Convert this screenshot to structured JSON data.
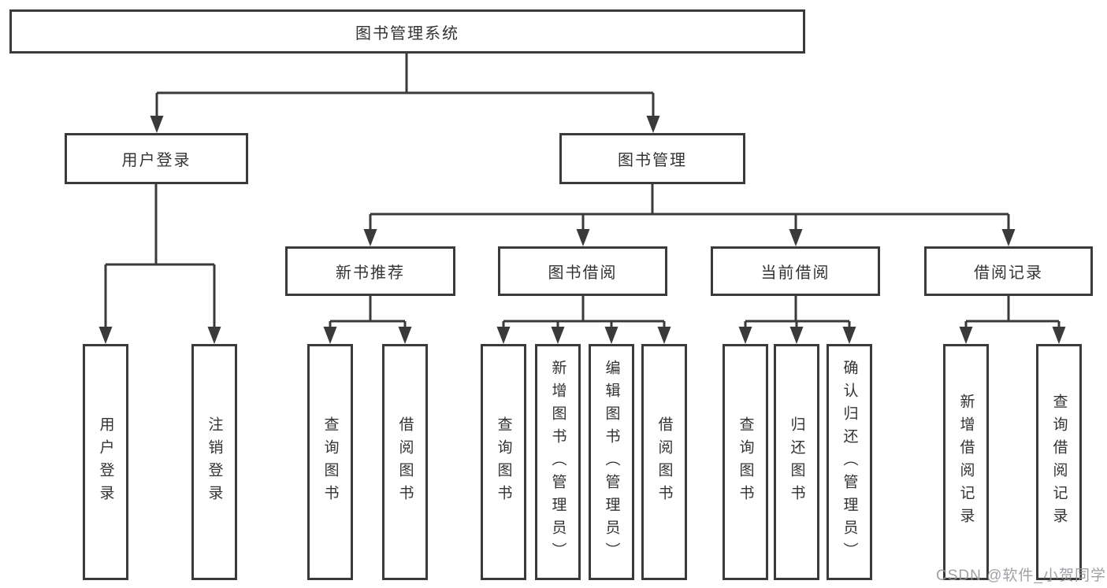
{
  "tree": {
    "label": "图书管理系统",
    "children": [
      {
        "label": "用户登录",
        "children": [
          {
            "label": "用户登录"
          },
          {
            "label": "注销登录"
          }
        ]
      },
      {
        "label": "图书管理",
        "children": [
          {
            "label": "新书推荐",
            "children": [
              {
                "label": "查询图书"
              },
              {
                "label": "借阅图书"
              }
            ]
          },
          {
            "label": "图书借阅",
            "children": [
              {
                "label": "查询图书"
              },
              {
                "label": "新增图书（管理员）"
              },
              {
                "label": "编辑图书（管理员）"
              },
              {
                "label": "借阅图书"
              }
            ]
          },
          {
            "label": "当前借阅",
            "children": [
              {
                "label": "查询图书"
              },
              {
                "label": "归还图书"
              },
              {
                "label": "确认归还（管理员）"
              }
            ]
          },
          {
            "label": "借阅记录",
            "children": [
              {
                "label": "新增借阅记录"
              },
              {
                "label": "查询借阅记录"
              }
            ]
          }
        ]
      }
    ]
  },
  "watermark": "CSDN @软件_小贺同学",
  "colors": {
    "line": "#3a3a3a",
    "text": "#333333",
    "watermark": "#9696a0",
    "background": "#ffffff"
  }
}
